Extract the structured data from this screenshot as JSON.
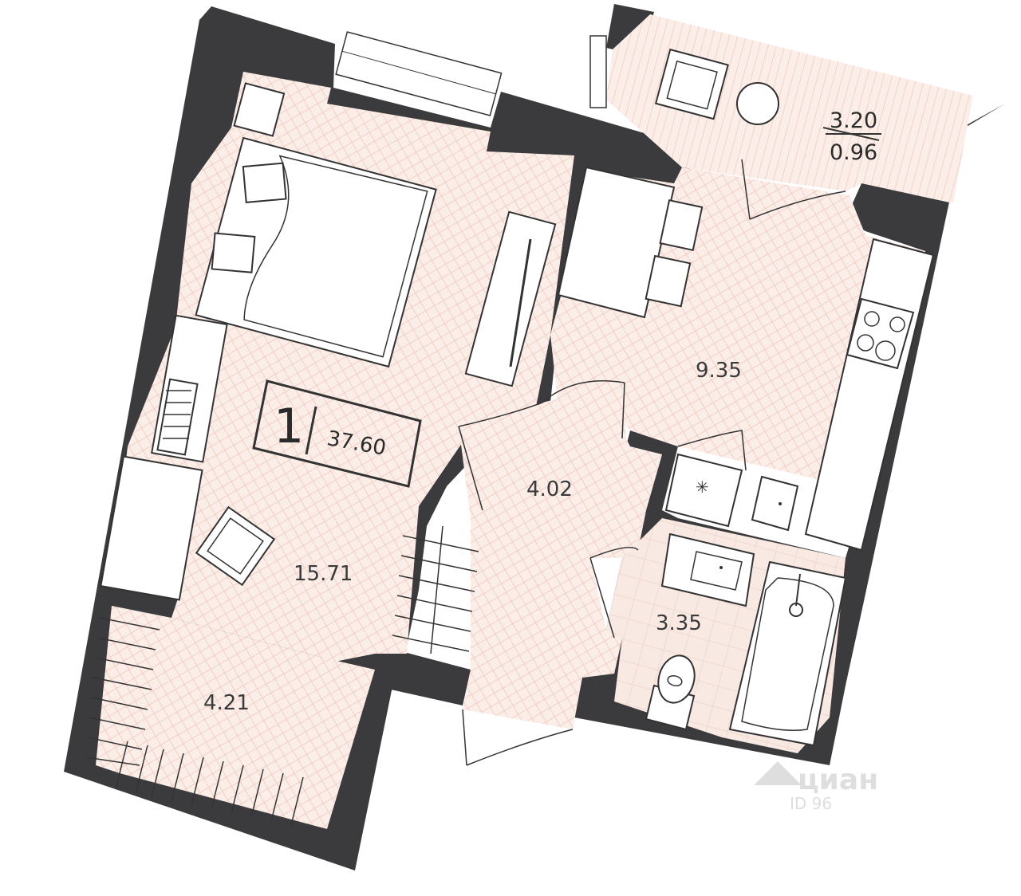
{
  "plan": {
    "rooms_count": "1",
    "total_area": "37.60",
    "rooms": [
      {
        "id": "bedroom-living",
        "area": "15.71"
      },
      {
        "id": "kitchen",
        "area": "9.35"
      },
      {
        "id": "hallway",
        "area": "4.02"
      },
      {
        "id": "bathroom",
        "area": "3.35"
      },
      {
        "id": "wardrobe",
        "area": "4.21"
      }
    ],
    "balcony": {
      "area": "3.20",
      "reduced_area": "0.96"
    }
  },
  "watermark": {
    "text": "циан",
    "id_text": "ID 96"
  },
  "colors": {
    "wall": "#3b3b3d",
    "floor": "#fbeee9",
    "floor_pattern": "#f2cfc4",
    "tile": "#f7e6df",
    "furniture_stroke": "#333333"
  },
  "icons": [
    "bed-icon",
    "armchair-icon",
    "stove-icon",
    "sink-icon",
    "toilet-icon",
    "bathtub-icon",
    "snowflake-icon",
    "table-icon",
    "chair-icon",
    "door-icon",
    "window-icon"
  ]
}
